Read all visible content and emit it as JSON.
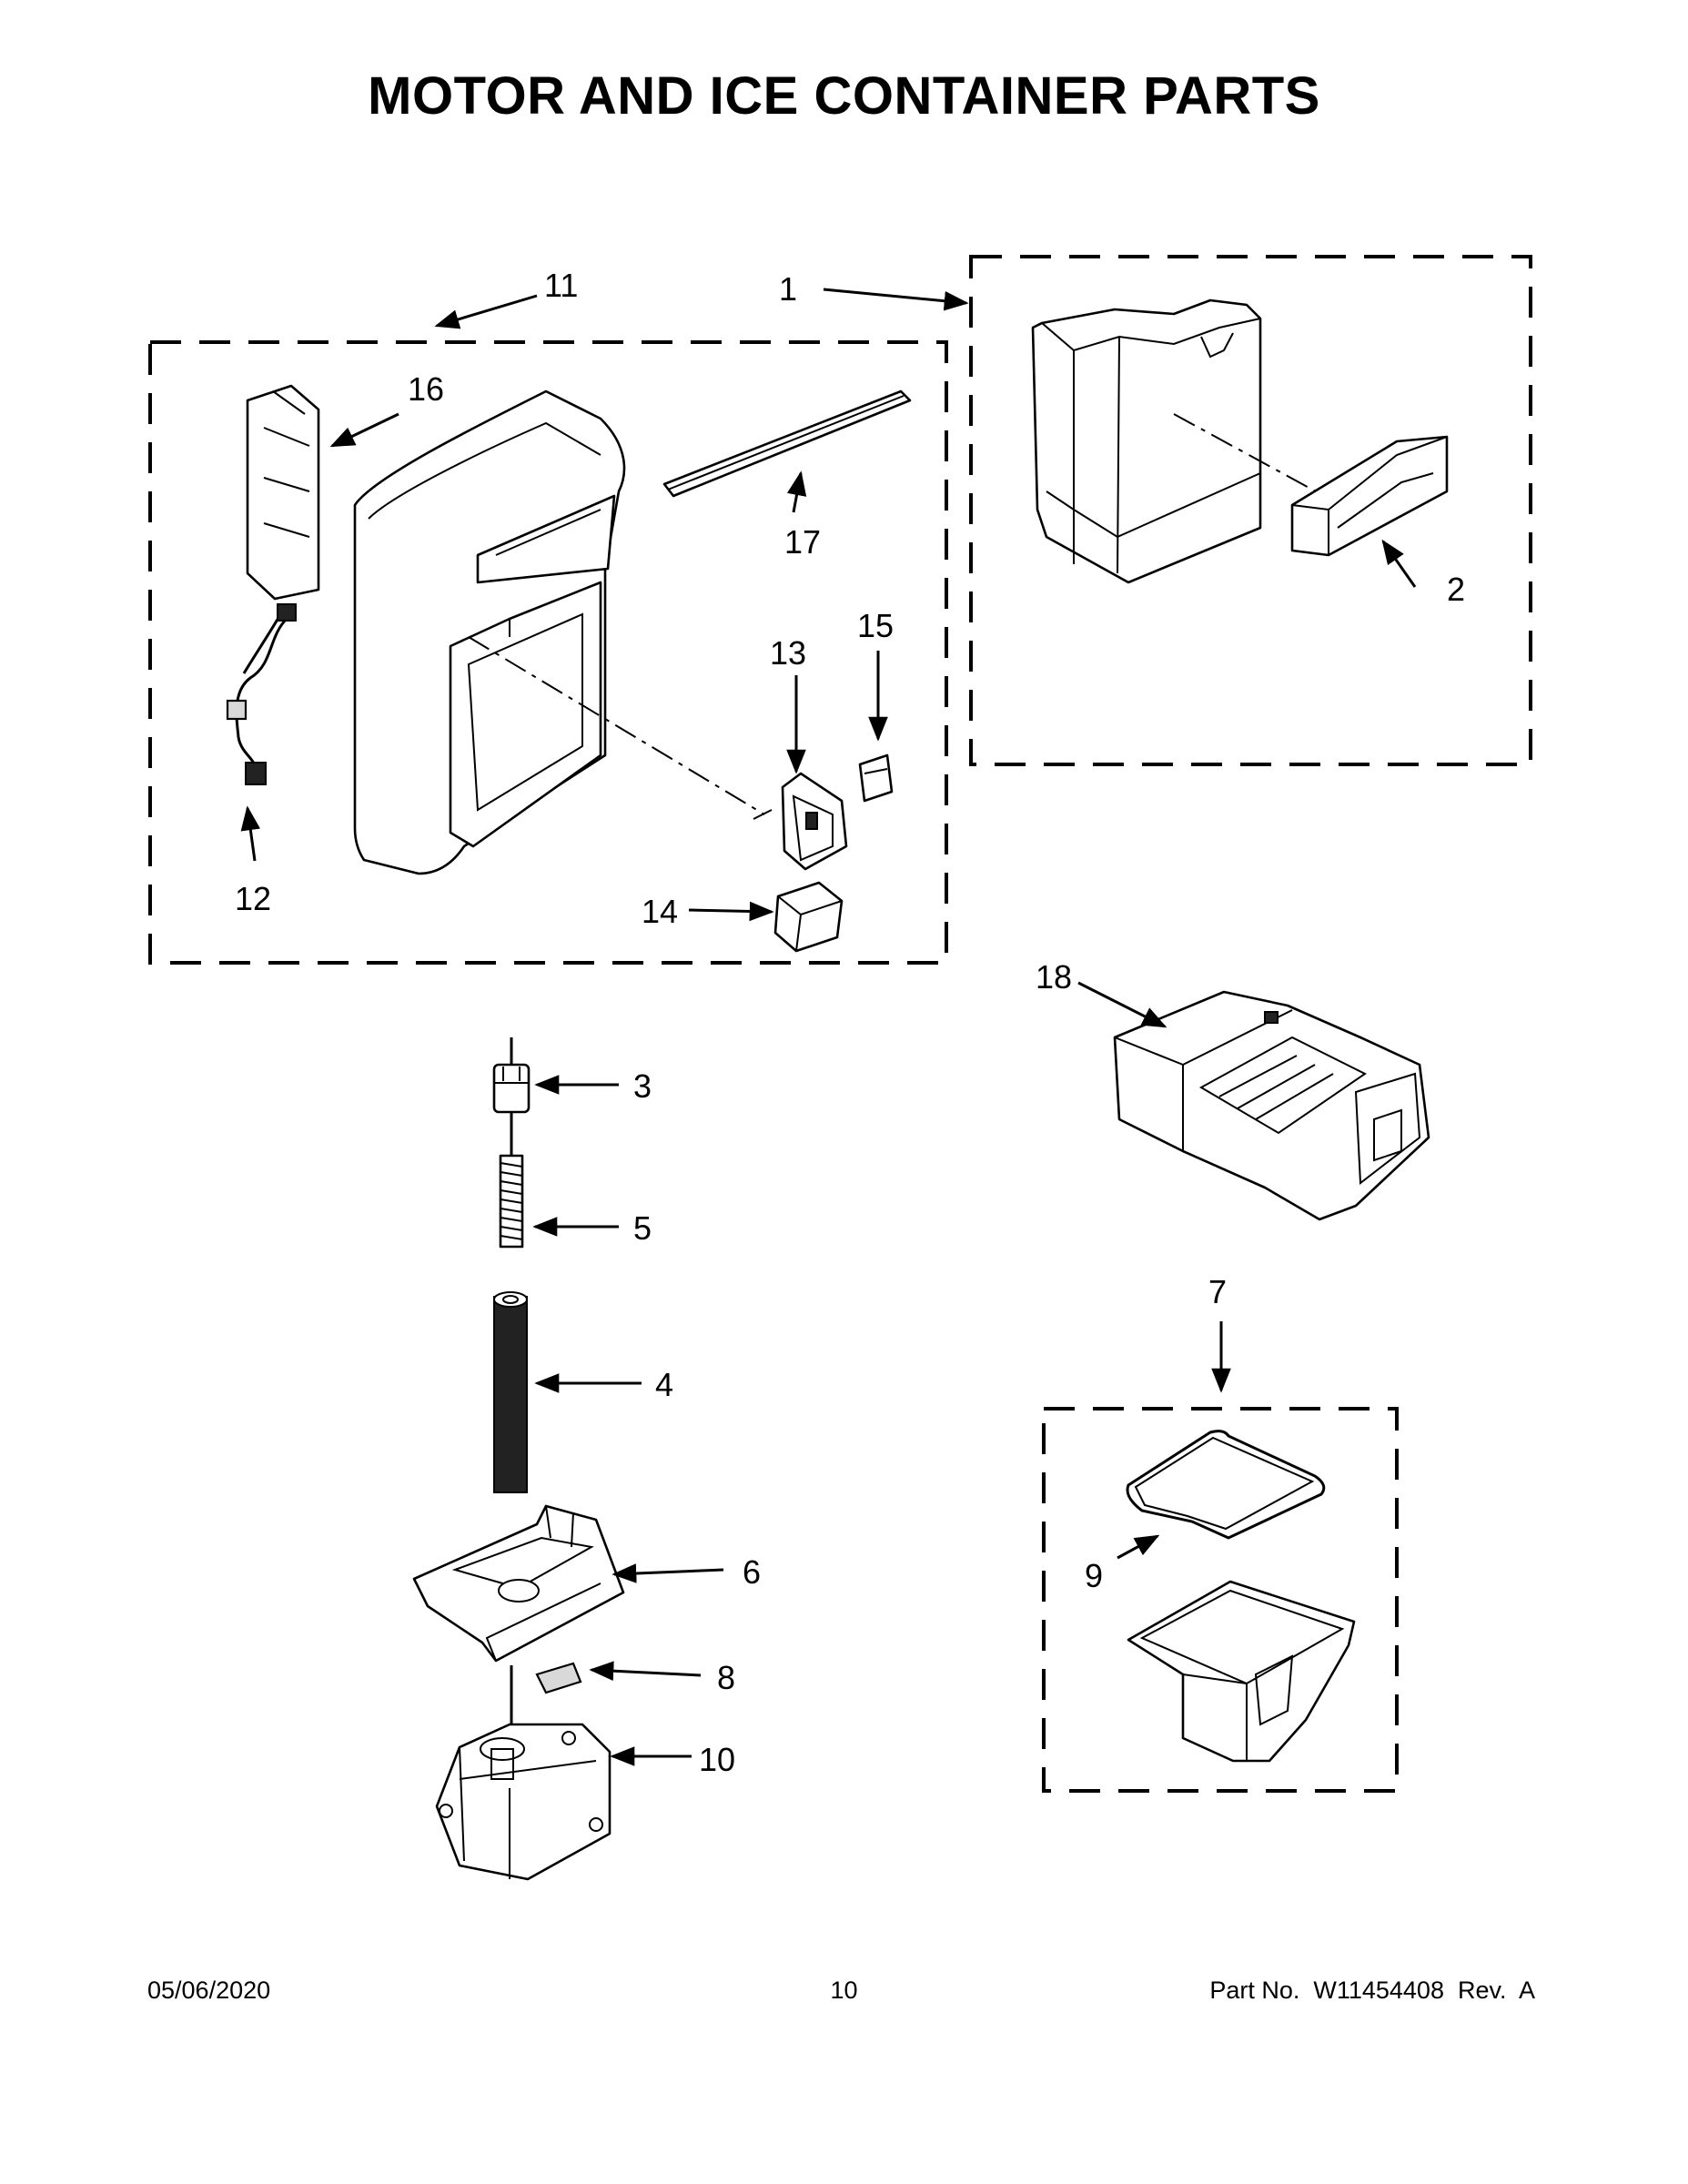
{
  "page": {
    "title": "MOTOR AND ICE CONTAINER PARTS",
    "footer": {
      "date": "05/06/2020",
      "page_number": "10",
      "part_number": "Part No.  W11454408  Rev.  A"
    }
  },
  "callouts": [
    "1",
    "2",
    "3",
    "4",
    "5",
    "6",
    "7",
    "8",
    "9",
    "10",
    "11",
    "12",
    "13",
    "14",
    "15",
    "16",
    "17",
    "18"
  ]
}
